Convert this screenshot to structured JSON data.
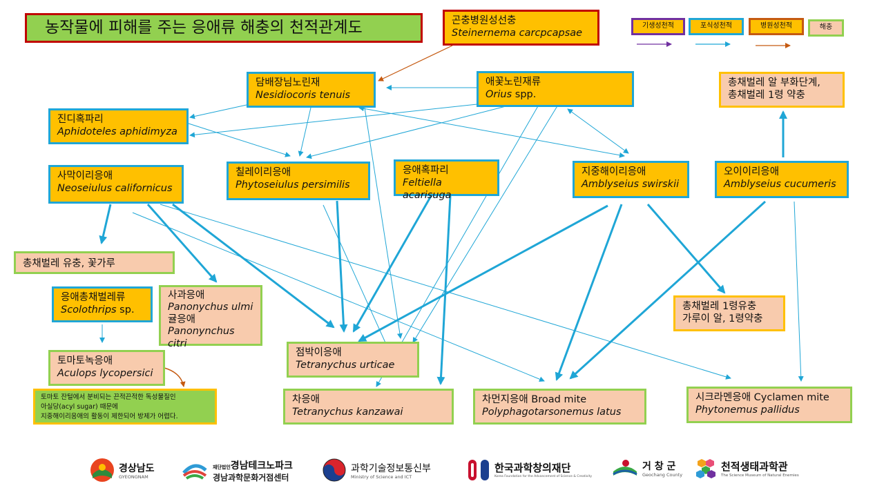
{
  "title": "농작물에 피해를 주는 응애류 해충의 천적관계도",
  "legend": {
    "parasitic": "기생성천적",
    "predatory": "포식성천적",
    "pathogenic": "병원성천적",
    "pest": "해충",
    "colors": {
      "parasitic": "#7030a0",
      "predatory": "#1fa6d6",
      "pathogenic": "#c55a11",
      "pest": "#92d050"
    }
  },
  "nodes": {
    "steinernema": {
      "kor": "곤충병원성선충",
      "sci": "Steinernema carcpcapsae"
    },
    "nesidiocoris": {
      "kor": "담배장님노린재",
      "sci": "Nesidiocoris tenuis"
    },
    "orius": {
      "kor": "애꽃노린재류",
      "sci_italic": "Orius",
      "sci_rest": " spp."
    },
    "aphidoletes": {
      "kor": "진디혹파리",
      "sci": "Aphidoteles aphidimyza"
    },
    "neoseiulus": {
      "kor": "사막이리응애",
      "sci": "Neoseiulus californicus"
    },
    "phytoseiulus": {
      "kor": "칠레이리응애",
      "sci": "Phytoseiulus persimilis"
    },
    "feltiella": {
      "kor": "응애혹파리",
      "sci": "Feltiella acarisuga"
    },
    "swirskii": {
      "kor": "지중해이리응애",
      "sci": "Amblyseius swirskii"
    },
    "cucumeris": {
      "kor": "오이이리응애",
      "sci": "Amblyseius cucumeris"
    },
    "thrips_food": {
      "line1": "총채벌레 알 부화단계,",
      "line2": "총채벌레 1령 약충"
    },
    "thrips_larvae": {
      "text": "총채벌레 유충, 꽃가루"
    },
    "scolothrips": {
      "kor": "응애총채벌레류",
      "sci_italic": "Scolothrips",
      "sci_rest": " sp."
    },
    "apple_mite": {
      "kor1": "사과응애",
      "sci1": "Panonychus ulmi",
      "kor2": "귤응애",
      "sci2": "Panonynchus citri"
    },
    "tomato_mite": {
      "kor": "토마토녹응애",
      "sci": "Aculops lycopersici"
    },
    "two_spotted": {
      "kor": "점박이응애",
      "sci": "Tetranychus urticae"
    },
    "kanzawa": {
      "kor": "차응애",
      "sci": "Tetranychus kanzawai"
    },
    "broad_mite": {
      "kor": "차먼지응애 Broad mite",
      "sci": "Polyphagotarsonemus latus"
    },
    "cyclamen": {
      "kor": "시크라멘응애 Cyclamen mite",
      "sci": "Phytonemus pallidus"
    },
    "swirskii_food": {
      "line1": "총채벌레 1령유충",
      "line2": "가루이 알, 1령약충"
    }
  },
  "note": {
    "line1": "토마토 잔털에서 분비되는 끈적끈적한 독성물질인",
    "line2": "아실당(acyl sugar) 때문에",
    "line3": "지중해이리응애의 활동이 제한되어 방제가 어렵다."
  },
  "logos": [
    {
      "name": "경상남도",
      "sub": "GYEONGNAM"
    },
    {
      "prefix": "재단법인",
      "name": "경남테크노파크",
      "sub": "경남과학문화거점센터"
    },
    {
      "name": "과학기술정보통신부",
      "sub": "Ministry of Science and ICT"
    },
    {
      "name": "한국과학창의재단",
      "sub": "Korea Foundation for the Advancement of Science & Creativity"
    },
    {
      "name": "거 창 군",
      "sub": "Geochang County"
    },
    {
      "name": "천적생태과학관",
      "sub": "The Science Museum of Natural Enemies"
    }
  ]
}
